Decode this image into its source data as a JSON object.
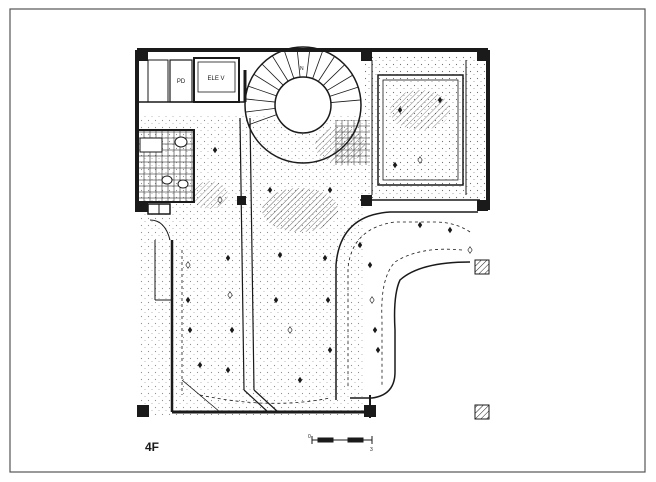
{
  "floor_label": "4F",
  "rooms": {
    "pd": "PD",
    "elevator": "ELE V"
  },
  "scale_bar": {
    "start": "0",
    "end": "3"
  },
  "colors": {
    "ink": "#1a1a1a",
    "paper": "#ffffff",
    "frame": "#555555"
  }
}
